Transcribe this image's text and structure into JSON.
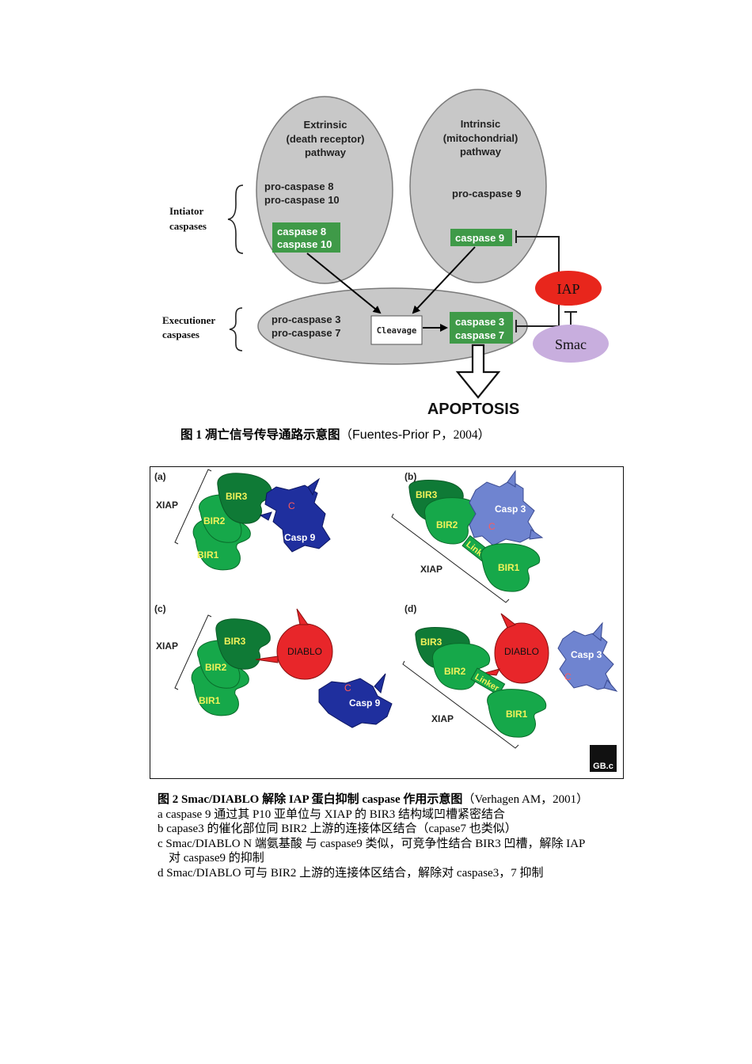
{
  "figure1": {
    "extrinsic": [
      "Extrinsic",
      "(death receptor)",
      "pathway"
    ],
    "intrinsic": [
      "Intrinsic",
      "(mitochondrial)",
      "pathway"
    ],
    "pro_8_10": [
      "pro-caspase 8",
      "pro-caspase 10"
    ],
    "pro_9": "pro-caspase 9",
    "caspase_8_10": [
      "caspase 8",
      "caspase 10"
    ],
    "caspase_9": "caspase 9",
    "initiator_label": [
      "Intiator",
      "caspases"
    ],
    "executioner_label": [
      "Executioner",
      "caspases"
    ],
    "pro_3_7": [
      "pro-caspase 3",
      "pro-caspase 7"
    ],
    "cleavage": "Cleavage",
    "caspase_3_7": [
      "caspase 3",
      "caspase 7"
    ],
    "iap": "IAP",
    "smac": "Smac",
    "apoptosis": "APOPTOSIS"
  },
  "caption1": {
    "title": "图 1 凋亡信号传导通路示意图",
    "ref_open": "（",
    "ref_author": "Fuentes-Prior P",
    "ref_rest": "，2004）"
  },
  "figure2": {
    "panel_a": "(a)",
    "panel_b": "(b)",
    "panel_c": "(c)",
    "panel_d": "(d)",
    "xiap": "XIAP",
    "bir1": "BIR1",
    "bir2": "BIR2",
    "bir3": "BIR3",
    "casp9": "Casp 9",
    "casp3": "Casp 3",
    "c_label": "C",
    "linker": "Linker",
    "diablo": "DIABLO",
    "logo": "GB.c"
  },
  "caption2": {
    "title": "图 2 Smac/DIABLO 解除 IAP 蛋白抑制 caspase 作用示意图",
    "ref": "（Verhagen AM，2001）",
    "lines": [
      "a caspase 9 通过其 P10 亚单位与 XIAP 的 BIR3 结构域凹槽紧密结合",
      "b capase3 的催化部位同 BIR2 上游的连接体区结合（capase7 也类似）",
      "c Smac/DIABLO N 端氨基酸 与 caspase9 类似，可竞争性结合 BIR3 凹槽，解除 IAP",
      "对 caspase9 的抑制",
      "d Smac/DIABLO 可与 BIR2 上游的连接体区结合，解除对 caspase3，7 抑制"
    ]
  },
  "colors": {
    "ellipse_gray": "#c8c8c8",
    "caspase_green": "#3f9a48",
    "iap_red": "#e8261c",
    "smac_purple": "#c8aede",
    "bir_green": "#16a84a",
    "bir3_dark": "#0f7a36",
    "casp9_blue": "#1f2f9e",
    "casp3_blue": "#6f84d0",
    "diablo_red": "#e8262a"
  }
}
